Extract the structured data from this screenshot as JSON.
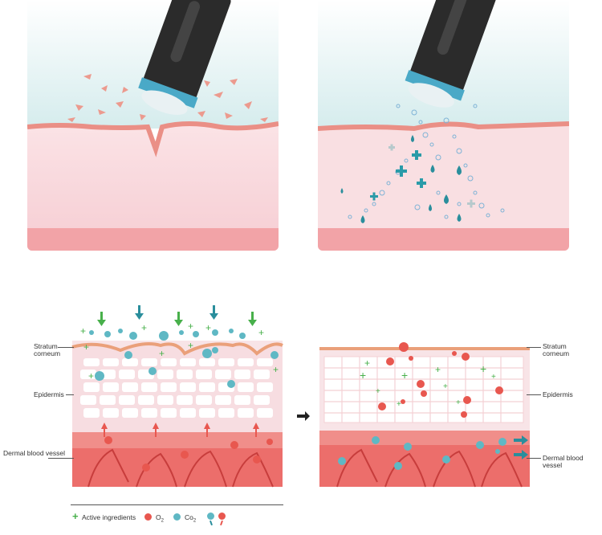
{
  "labels": {
    "stratum_corneum_left": "Stratum\ncorneum",
    "epidermis_left": "Epidermis",
    "dermal_left": "Dermal blood vessel",
    "stratum_corneum_right": "Stratum\ncorneum",
    "epidermis_right": "Epidermis",
    "dermal_right": "Dermal blood vessel"
  },
  "legend": {
    "active": "Active ingredients",
    "o2": "O",
    "o2_sub": "2",
    "co2": "Co",
    "co2_sub": "2"
  },
  "colors": {
    "skin_top": "#e98f86",
    "skin_body": "#f7d9dd",
    "dermis": "#ef9a98",
    "sky": "#dcefef",
    "green": "#48b04b",
    "teal": "#2a8e9c",
    "red": "#e8574f"
  }
}
